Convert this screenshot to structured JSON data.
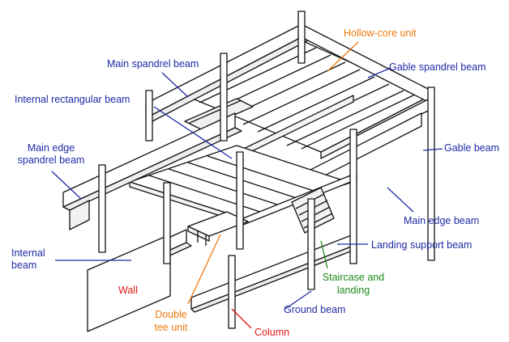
{
  "colors": {
    "blue": "#1f2aa6",
    "orange": "#f07a10",
    "green": "#1f8a1f",
    "red": "#e01818",
    "line": "#111111"
  },
  "labels": {
    "hollow_core": {
      "text": "Hollow-core unit",
      "color": "orange"
    },
    "main_spandrel": {
      "text": "Main spandrel beam",
      "color": "blue"
    },
    "gable_spandrel": {
      "text": "Gable spandrel beam",
      "color": "blue"
    },
    "internal_rect": {
      "text": "Internal rectangular beam",
      "color": "blue"
    },
    "main_edge_spandrel_1": {
      "text": "Main edge",
      "color": "blue"
    },
    "main_edge_spandrel_2": {
      "text": "spandrel beam",
      "color": "blue"
    },
    "gable_beam": {
      "text": "Gable beam",
      "color": "blue"
    },
    "main_edge_beam": {
      "text": "Main edge beam",
      "color": "blue"
    },
    "landing_support": {
      "text": "Landing support beam",
      "color": "blue"
    },
    "internal_beam_1": {
      "text": "Internal",
      "color": "blue"
    },
    "internal_beam_2": {
      "text": "beam",
      "color": "blue"
    },
    "staircase_1": {
      "text": "Staircase and",
      "color": "green"
    },
    "staircase_2": {
      "text": "landing",
      "color": "green"
    },
    "wall": {
      "text": "Wall",
      "color": "red"
    },
    "double_tee_1": {
      "text": "Double",
      "color": "orange"
    },
    "double_tee_2": {
      "text": "tee unit",
      "color": "orange"
    },
    "ground_beam": {
      "text": "Ground beam",
      "color": "blue"
    },
    "column": {
      "text": "Column",
      "color": "red"
    }
  }
}
